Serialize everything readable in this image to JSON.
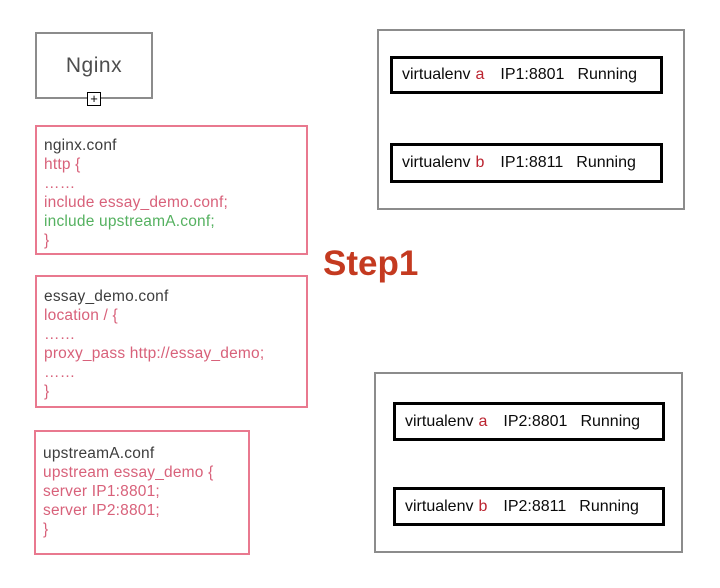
{
  "step_label": "Step1",
  "nginx_node": {
    "label": "Nginx",
    "expand_glyph": "+"
  },
  "config_files": [
    {
      "title": "nginx.conf",
      "lines": [
        {
          "text": "http {",
          "color": "pink"
        },
        {
          "text": "……",
          "color": "pink"
        },
        {
          "text": "include essay_demo.conf;",
          "color": "pink"
        },
        {
          "text": "include upstreamA.conf;",
          "color": "green"
        },
        {
          "text": "}",
          "color": "pink"
        }
      ]
    },
    {
      "title": "essay_demo.conf",
      "lines": [
        {
          "text": "location / {",
          "color": "pink"
        },
        {
          "text": "……",
          "color": "pink"
        },
        {
          "text": "proxy_pass http://essay_demo;",
          "color": "pink"
        },
        {
          "text": "……",
          "color": "pink"
        },
        {
          "text": "}",
          "color": "pink"
        }
      ]
    },
    {
      "title": "upstreamA.conf",
      "lines": [
        {
          "text": "upstream essay_demo {",
          "color": "pink"
        },
        {
          "text": "server IP1:8801;",
          "color": "pink"
        },
        {
          "text": "server IP2:8801;",
          "color": "pink"
        },
        {
          "text": "}",
          "color": "pink"
        }
      ]
    }
  ],
  "server_groups": [
    {
      "instances": [
        {
          "name": "virtualenv",
          "env": "a",
          "address": "IP1:8801",
          "status": "Running"
        },
        {
          "name": "virtualenv",
          "env": "b",
          "address": "IP1:8811",
          "status": "Running"
        }
      ]
    },
    {
      "instances": [
        {
          "name": "virtualenv",
          "env": "a",
          "address": "IP2:8801",
          "status": "Running"
        },
        {
          "name": "virtualenv",
          "env": "b",
          "address": "IP2:8811",
          "status": "Running"
        }
      ]
    }
  ],
  "colors": {
    "pink_border": "#e9798f",
    "pink_text": "#d8617a",
    "green_text": "#55b160",
    "step_red": "#c43a20",
    "env_red": "#bb2430",
    "gray_border": "#8c8c8c",
    "black_border": "#000000"
  }
}
